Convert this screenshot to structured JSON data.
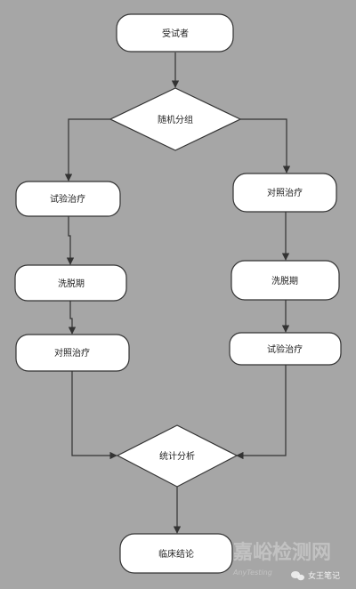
{
  "colors": {
    "background": "#a6a6a6",
    "node_fill": "#ffffff",
    "stroke": "#333333"
  },
  "nodes": {
    "subjects": "受试者",
    "randomization": "随机分组",
    "left_trial_treatment": "试验治疗",
    "left_washout": "洗脱期",
    "left_control_treatment": "对照治疗",
    "right_control_treatment": "对照治疗",
    "right_washout": "洗脱期",
    "right_trial_treatment": "试验治疗",
    "statistical_analysis": "统计分析",
    "clinical_conclusion": "临床结论"
  },
  "watermark": {
    "site": "嘉峪检测网",
    "site_sub": "AnyTesting",
    "account": "女王笔记",
    "account_icon": "wechat-icon"
  }
}
